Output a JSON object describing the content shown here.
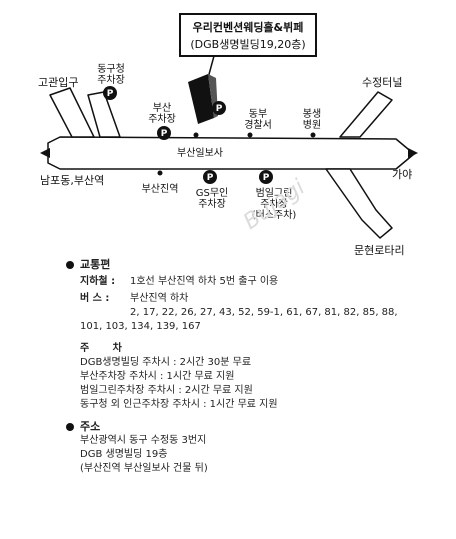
{
  "map": {
    "venue_name": "우리컨벤션웨딩홀&뷔페",
    "venue_sub": "(DGB생명빌딩19,20층)",
    "labels": {
      "gogwan": "고관입구",
      "donggu1": "동구청",
      "donggu2": "주차장",
      "busan_park1": "부산",
      "busan_park2": "주차장",
      "police1": "동부",
      "police2": "경찰서",
      "hospital1": "봉생",
      "hospital2": "병원",
      "sujeong": "수정터널",
      "busan_ilbo": "부산일보사",
      "nampo": "남포동,부산역",
      "gaya": "가야",
      "busanjin": "부산진역",
      "gs1": "GS무인",
      "gs2": "주차장",
      "bumil1": "범일그린",
      "bumil2": "주차장",
      "bumil3": "(버스주차)",
      "munhyeon": "문현로타리"
    },
    "parking_symbol": "P",
    "watermark": "Bujagi"
  },
  "transport": {
    "heading": "교통편",
    "subway_key": "지하철 :",
    "subway_val": "1호선 부산진역 하차 5번 출구 이용",
    "bus_key": "버   스 :",
    "bus_val": "부산진역 하차",
    "bus_routes_1": "2, 17, 22, 26, 27, 43, 52, 59-1, 61, 67, 81, 82, 85, 88,",
    "bus_routes_2": "101, 103, 134, 139, 167"
  },
  "parking": {
    "heading": "주 차",
    "items": [
      "DGB생명빌딩 주차시 : 2시간 30분 무료",
      "부산주차장 주차시 : 1시간 무료 지원",
      "범일그린주차장 주차시 : 2시간 무료 지원",
      "동구청 외 인근주차장 주차시 : 1시간 무료 지원"
    ]
  },
  "address": {
    "heading": "주소",
    "line1": "부산광역시 동구 수정동 3번지",
    "line2": "DGB 생명빌딩 19층",
    "line3": "(부산진역 부산일보사 건물 뒤)"
  }
}
